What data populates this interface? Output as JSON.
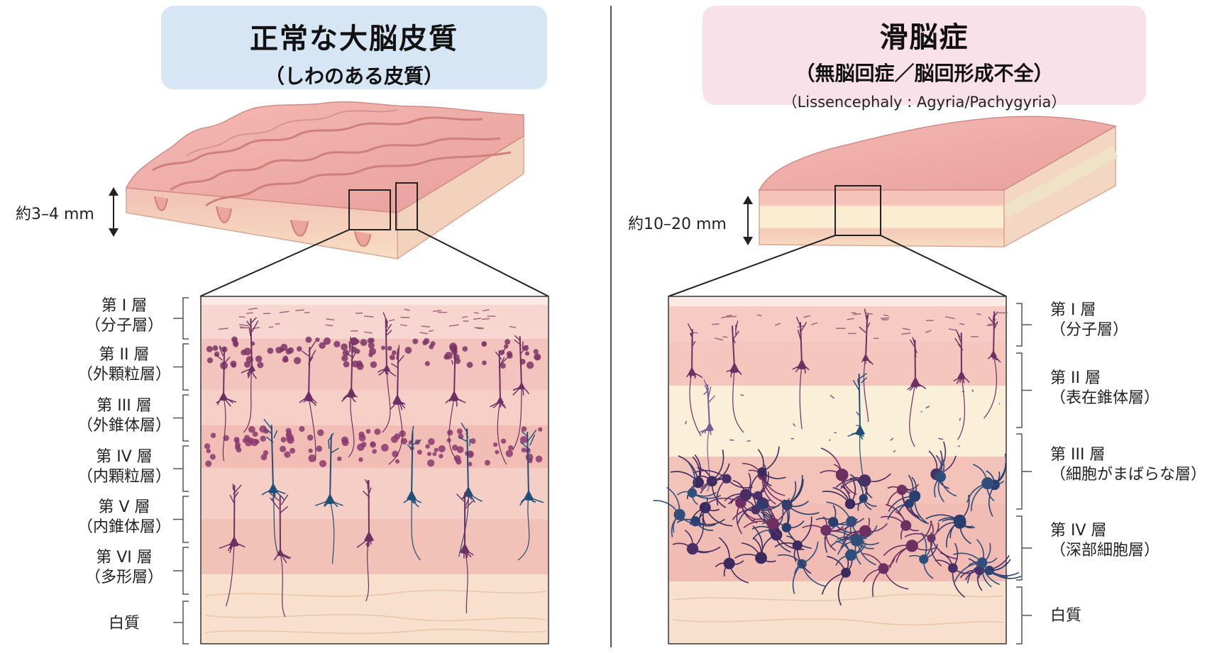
{
  "left": {
    "title": "正常な大脳皮質",
    "subtitle": "（しわのある皮質）",
    "thickness": "約3–4 mm",
    "layers": [
      {
        "name": "第 I 層",
        "desc": "（分子層）"
      },
      {
        "name": "第 II 層",
        "desc": "（外顆粒層）"
      },
      {
        "name": "第 III 層",
        "desc": "（外錐体層）"
      },
      {
        "name": "第 IV 層",
        "desc": "（内顆粒層）"
      },
      {
        "name": "第 V 層",
        "desc": "（内錐体層）"
      },
      {
        "name": "第 VI 層",
        "desc": "（多形層）"
      },
      {
        "name": "白質",
        "desc": ""
      }
    ]
  },
  "right": {
    "title": "滑脳症",
    "subtitle": "（無脳回症／脳回形成不全）",
    "english": "（Lissencephaly : Agyria/Pachygyria）",
    "thickness": "約10–20 mm",
    "layers": [
      {
        "name": "第 I 層",
        "desc": "（分子層）"
      },
      {
        "name": "第 II 層",
        "desc": "（表在錐体層）"
      },
      {
        "name": "第 III 層",
        "desc": "（細胞がまばらな層）"
      },
      {
        "name": "第 IV 層",
        "desc": "（深部細胞層）"
      },
      {
        "name": "白質",
        "desc": ""
      }
    ]
  },
  "colors": {
    "cortex_pink": "#f3c3bd",
    "white_matter": "#f7e1cc",
    "neuron_purple": "#6e2f63",
    "neuron_blue": "#1f4f78",
    "sparse_cream": "#faf0d8"
  }
}
